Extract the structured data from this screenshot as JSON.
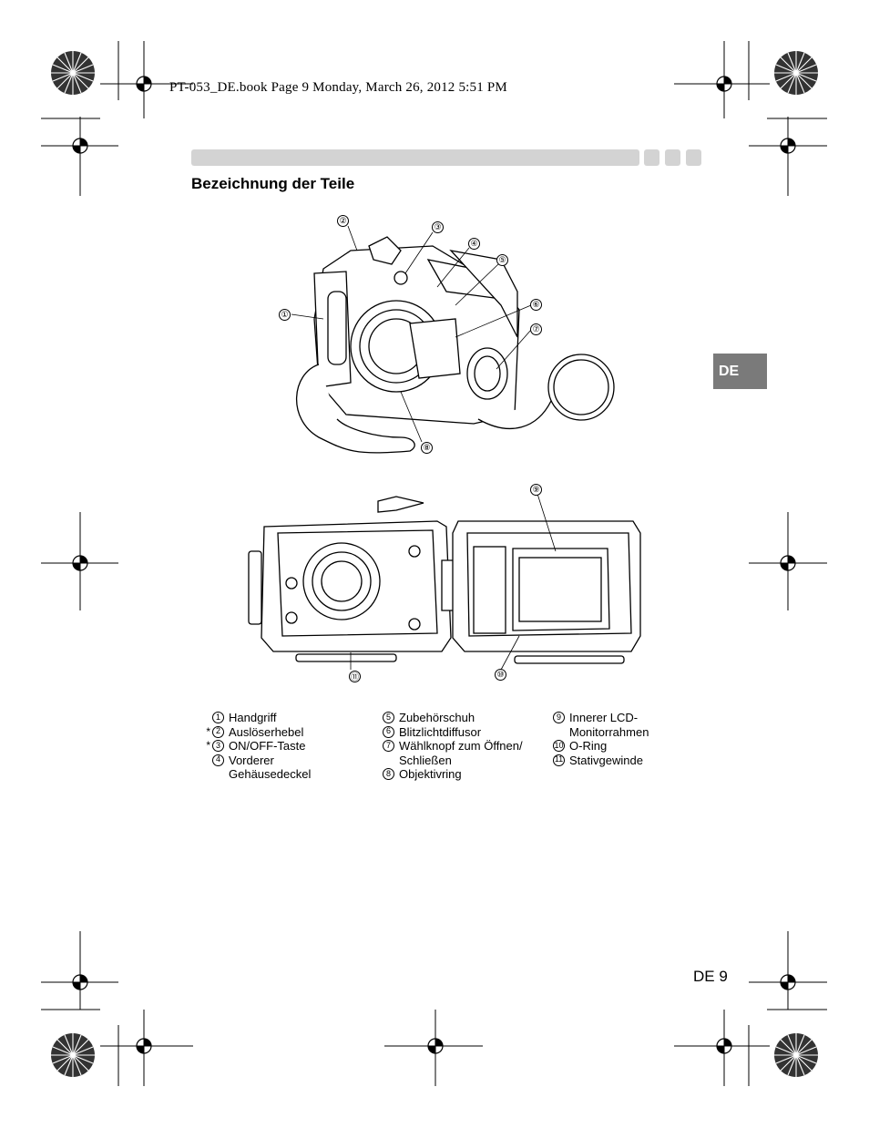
{
  "header": {
    "book_line": "PT-053_DE.book  Page 9  Monday, March 26, 2012  5:51 PM"
  },
  "section": {
    "title": "Bezeichnung der Teile",
    "language_tab": "DE"
  },
  "figure_top": {
    "callouts": [
      "②",
      "③",
      "④",
      "⑤",
      "①",
      "⑥",
      "⑦",
      "⑧"
    ]
  },
  "figure_bottom": {
    "callouts": [
      "⑨",
      "⑪",
      "⑩"
    ]
  },
  "legend": {
    "col1": [
      {
        "star": "",
        "num": "1",
        "text": "Handgriff"
      },
      {
        "star": "*",
        "num": "2",
        "text": "Auslöserhebel"
      },
      {
        "star": "*",
        "num": "3",
        "text": "ON/OFF-Taste"
      },
      {
        "star": "",
        "num": "4",
        "text": "Vorderer\nGehäusedeckel"
      }
    ],
    "col2": [
      {
        "star": "",
        "num": "5",
        "text": "Zubehörschuh"
      },
      {
        "star": "",
        "num": "6",
        "text": "Blitzlichtdiffusor"
      },
      {
        "star": "",
        "num": "7",
        "text": "Wählknopf zum Öffnen/\nSchließen"
      },
      {
        "star": "",
        "num": "8",
        "text": "Objektivring"
      }
    ],
    "col3": [
      {
        "star": "",
        "num": "9",
        "text": "Innerer LCD-\nMonitorrahmen"
      },
      {
        "star": "",
        "num": "10",
        "text": "O-Ring"
      },
      {
        "star": "",
        "num": "11",
        "text": "Stativgewinde"
      }
    ]
  },
  "footer": {
    "page_number": "DE 9"
  }
}
